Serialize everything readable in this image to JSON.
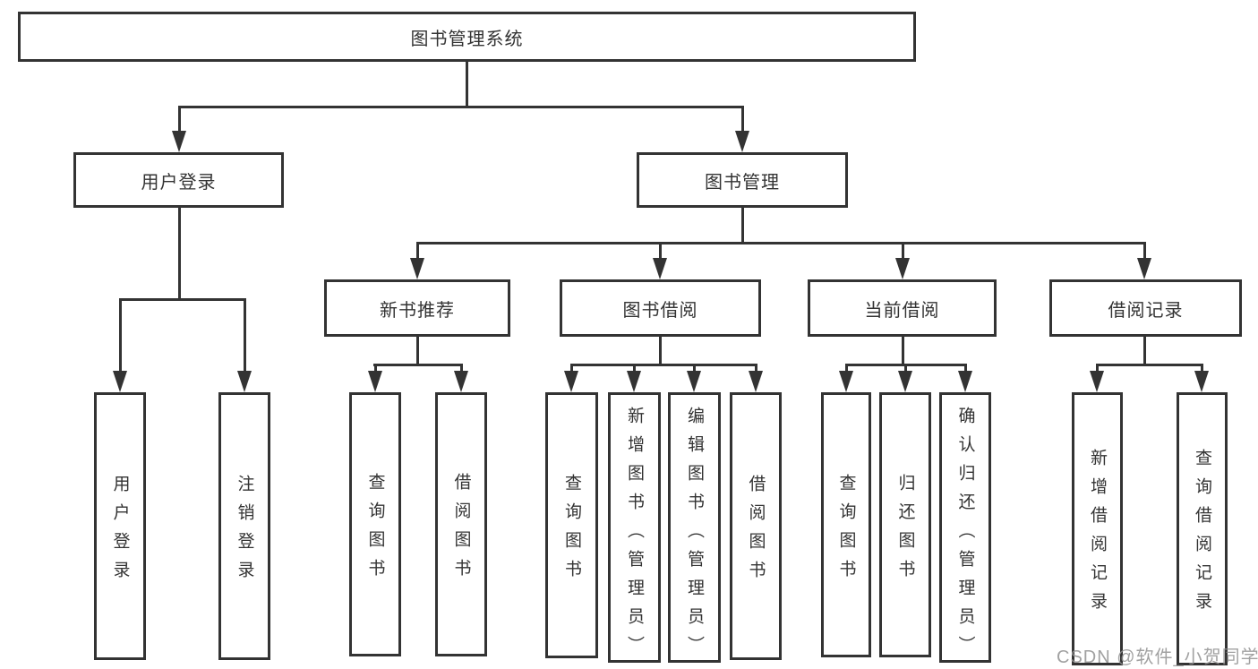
{
  "tree": {
    "label": "图书管理系统",
    "children": [
      {
        "label": "用户登录",
        "children": [
          {
            "label": "用户登录"
          },
          {
            "label": "注销登录"
          }
        ]
      },
      {
        "label": "图书管理",
        "children": [
          {
            "label": "新书推荐",
            "children": [
              {
                "label": "查询图书"
              },
              {
                "label": "借阅图书"
              }
            ]
          },
          {
            "label": "图书借阅",
            "children": [
              {
                "label": "查询图书"
              },
              {
                "label": "新增图书（管理员）"
              },
              {
                "label": "编辑图书（管理员）"
              },
              {
                "label": "借阅图书"
              }
            ]
          },
          {
            "label": "当前借阅",
            "children": [
              {
                "label": "查询图书"
              },
              {
                "label": "归还图书"
              },
              {
                "label": "确认归还（管理员）"
              }
            ]
          },
          {
            "label": "借阅记录",
            "children": [
              {
                "label": "新增借阅记录"
              },
              {
                "label": "查询借阅记录"
              }
            ]
          }
        ]
      }
    ]
  },
  "watermark": {
    "text": "CSDN @软件_小贺同学"
  },
  "colors": {
    "line": "#333333",
    "box_background": "#ffffff",
    "watermark": "#919191"
  }
}
